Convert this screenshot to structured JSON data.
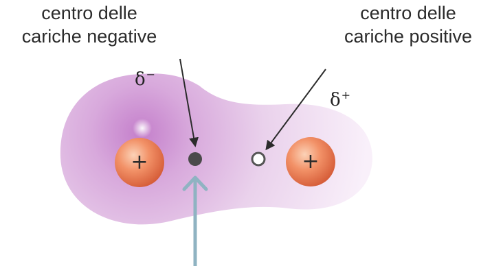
{
  "labels": {
    "negative_center_line1": "centro delle",
    "negative_center_line2": "cariche negative",
    "positive_center_line1": "centro delle",
    "positive_center_line2": "cariche positive"
  },
  "partial_charges": {
    "delta_negative": {
      "symbol": "δ",
      "sign": "−"
    },
    "delta_positive": {
      "symbol": "δ",
      "sign": "+"
    }
  },
  "nuclei": {
    "left_sign": "+",
    "right_sign": "+"
  },
  "colors": {
    "electron_cloud": "#c88fcf",
    "nucleus": "#ef7b4f",
    "negative_center": "#4a4a4a",
    "positive_center": "#555555",
    "indicator_arrow": "#8fb3c2",
    "leader_lines": "#2b2b2b"
  }
}
